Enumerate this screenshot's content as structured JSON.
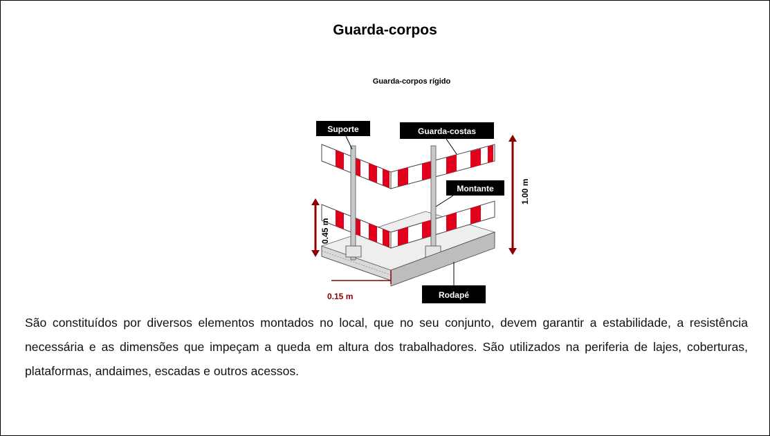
{
  "title": "Guarda-corpos",
  "figure": {
    "heading": "Guarda-corpos rígido",
    "labels": {
      "suporte": "Suporte",
      "guarda_costas": "Guarda-costas",
      "montante": "Montante",
      "rodape": "Rodapé",
      "h_100": "1.00 m",
      "h_045": "0.45 m",
      "w_015": "0.15 m"
    },
    "colors": {
      "stripe_red": "#e0001b",
      "dimension": "#8b0000",
      "label_bg": "#000000"
    }
  },
  "paragraph": "São constituídos por diversos elementos montados no local, que no seu conjunto, devem garantir a estabilidade, a resistência necessária e as dimensões que impeçam a queda em altura dos trabalhadores. São utilizados na periferia de lajes, coberturas, plataformas, andaimes, escadas e outros acessos."
}
